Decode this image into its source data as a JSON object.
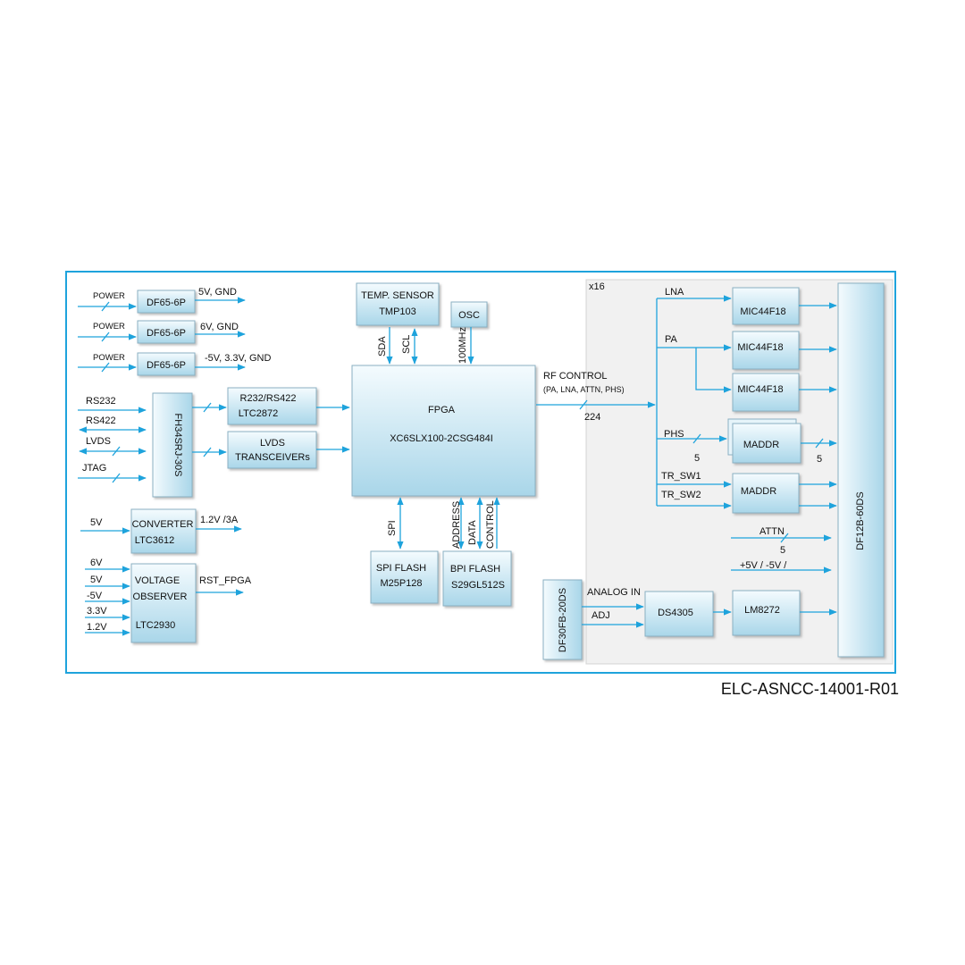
{
  "reference_code": "ELC-ASNCC-14001-R01",
  "multiplier_label": "x16",
  "blocks": {
    "pwr1": {
      "lines": [
        "DF65-6P"
      ]
    },
    "pwr2": {
      "lines": [
        "DF65-6P"
      ]
    },
    "pwr3": {
      "lines": [
        "DF65-6P"
      ]
    },
    "fh34": {
      "lines": [
        "FH34SRJ-30S"
      ]
    },
    "r232": {
      "lines": [
        "R232/RS422",
        "LTC2872"
      ]
    },
    "lvds": {
      "lines": [
        "LVDS",
        "TRANSCEIVERs"
      ]
    },
    "conv": {
      "lines": [
        "CONVERTER",
        "LTC3612"
      ]
    },
    "volt": {
      "lines": [
        "VOLTAGE",
        "OBSERVER",
        "LTC2930"
      ]
    },
    "temp": {
      "lines": [
        "TEMP. SENSOR",
        "TMP103"
      ]
    },
    "osc": {
      "lines": [
        "OSC"
      ]
    },
    "fpga": {
      "lines": [
        "FPGA",
        "XC6SLX100-2CSG484I"
      ]
    },
    "spi": {
      "lines": [
        "SPI FLASH",
        "M25P128"
      ]
    },
    "bpi": {
      "lines": [
        "BPI FLASH",
        "S29GL512S"
      ]
    },
    "mic1": {
      "lines": [
        "MIC44F18"
      ]
    },
    "mic2": {
      "lines": [
        "MIC44F18"
      ]
    },
    "mic3": {
      "lines": [
        "MIC44F18"
      ]
    },
    "maddr1": {
      "lines": [
        "MADDR"
      ]
    },
    "maddr2": {
      "lines": [
        "MADDR"
      ]
    },
    "df30": {
      "lines": [
        "DF30FB-20DS"
      ]
    },
    "ds4305": {
      "lines": [
        "DS4305"
      ]
    },
    "lm8272": {
      "lines": [
        "LM8272"
      ]
    },
    "df12": {
      "lines": [
        "DF12B-60DS"
      ]
    }
  },
  "signals": {
    "power1": "POWER",
    "power2": "POWER",
    "power3": "POWER",
    "out1": "5V, GND",
    "out2": "6V, GND",
    "out3": "-5V, 3.3V, GND",
    "rs232": "RS232",
    "rs422": "RS422",
    "lvds": "LVDS",
    "jtag": "JTAG",
    "conv_in": "5V",
    "conv_out": "1.2V /3A",
    "v6": "6V",
    "v5": "5V",
    "vm5": "-5V",
    "v33": "3.3V",
    "v12": "1.2V",
    "rst": "RST_FPGA",
    "sda": "SDA",
    "scl": "SCL",
    "mhz": "100MHz",
    "spi": "SPI",
    "address": "ADDRESS",
    "data": "DATA",
    "control": "CONTROL",
    "rf_control": "RF CONTROL",
    "rf_sub": "(PA, LNA, ATTN, PHS)",
    "bus_224": "224",
    "lna": "LNA",
    "pa": "PA",
    "phs": "PHS",
    "phs_w": "5",
    "maddr_w": "5",
    "tr_sw1": "TR_SW1",
    "tr_sw2": "TR_SW2",
    "attn": "ATTN",
    "attn_w": "5",
    "supply": "+5V / -5V /",
    "analog_in": "ANALOG IN",
    "adj": "ADJ"
  }
}
